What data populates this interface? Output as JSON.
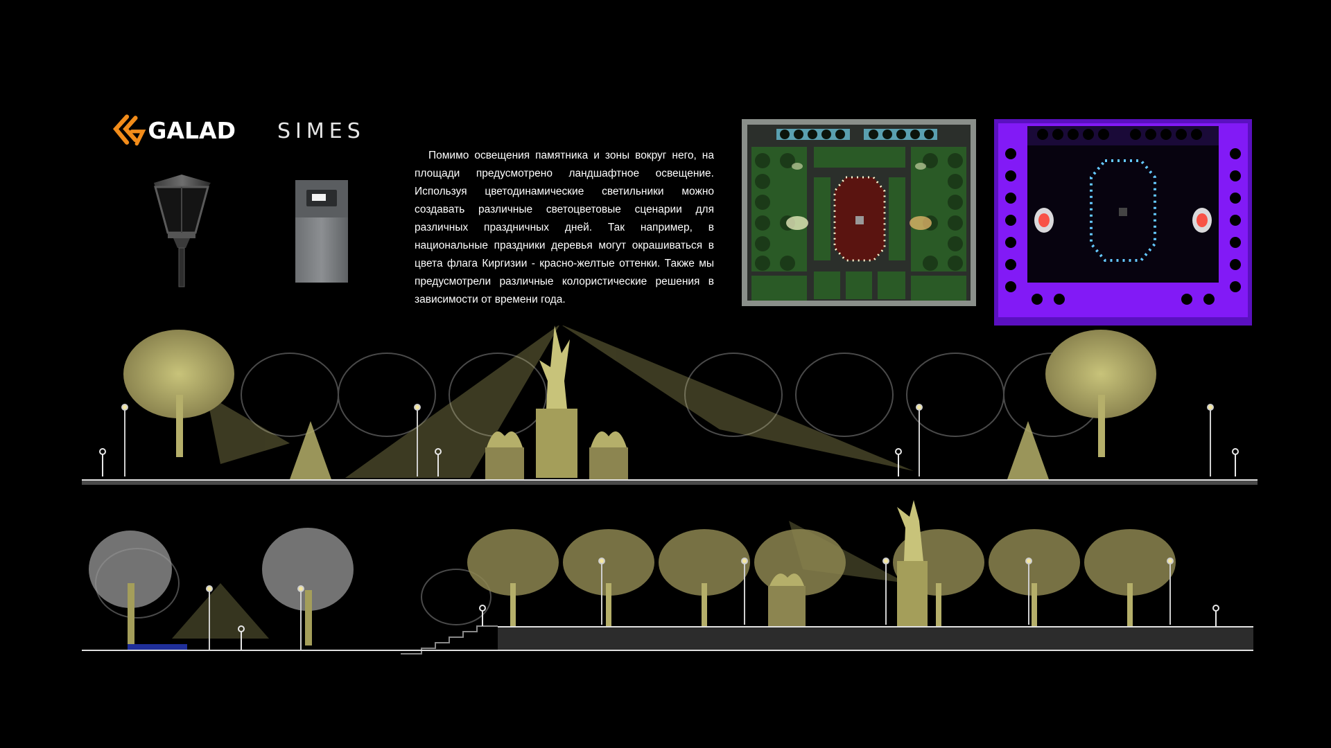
{
  "brands": {
    "galad": "GALAD",
    "simes": "SIMES"
  },
  "description": "Помимо освещения  памятника и зоны вокруг него, на площади предусмотрено ландшафтное освещение. Используя цветодинамические светильники можно создавать различные светоцветовые сценарии для различных праздничных дней. Так например, в национальные праздники деревья могут окрашиваться в цвета флага Киргизии - красно-желтые оттенки. Также мы предусмотрели различные колористические решения в зависимости от времени года.",
  "colors": {
    "background": "#000000",
    "galad_orange": "#f28c1a",
    "beam_yellow": "#d9d27a",
    "tree_lit": "#bdb874",
    "plan_purple": "#8a1cff",
    "plan_green": "#2a5a26"
  },
  "icons": {
    "galad_logo": "galad-logo-icon",
    "galad_luminaire": "lantern-luminaire-icon",
    "simes_luminaire": "bollard-luminaire-icon"
  }
}
